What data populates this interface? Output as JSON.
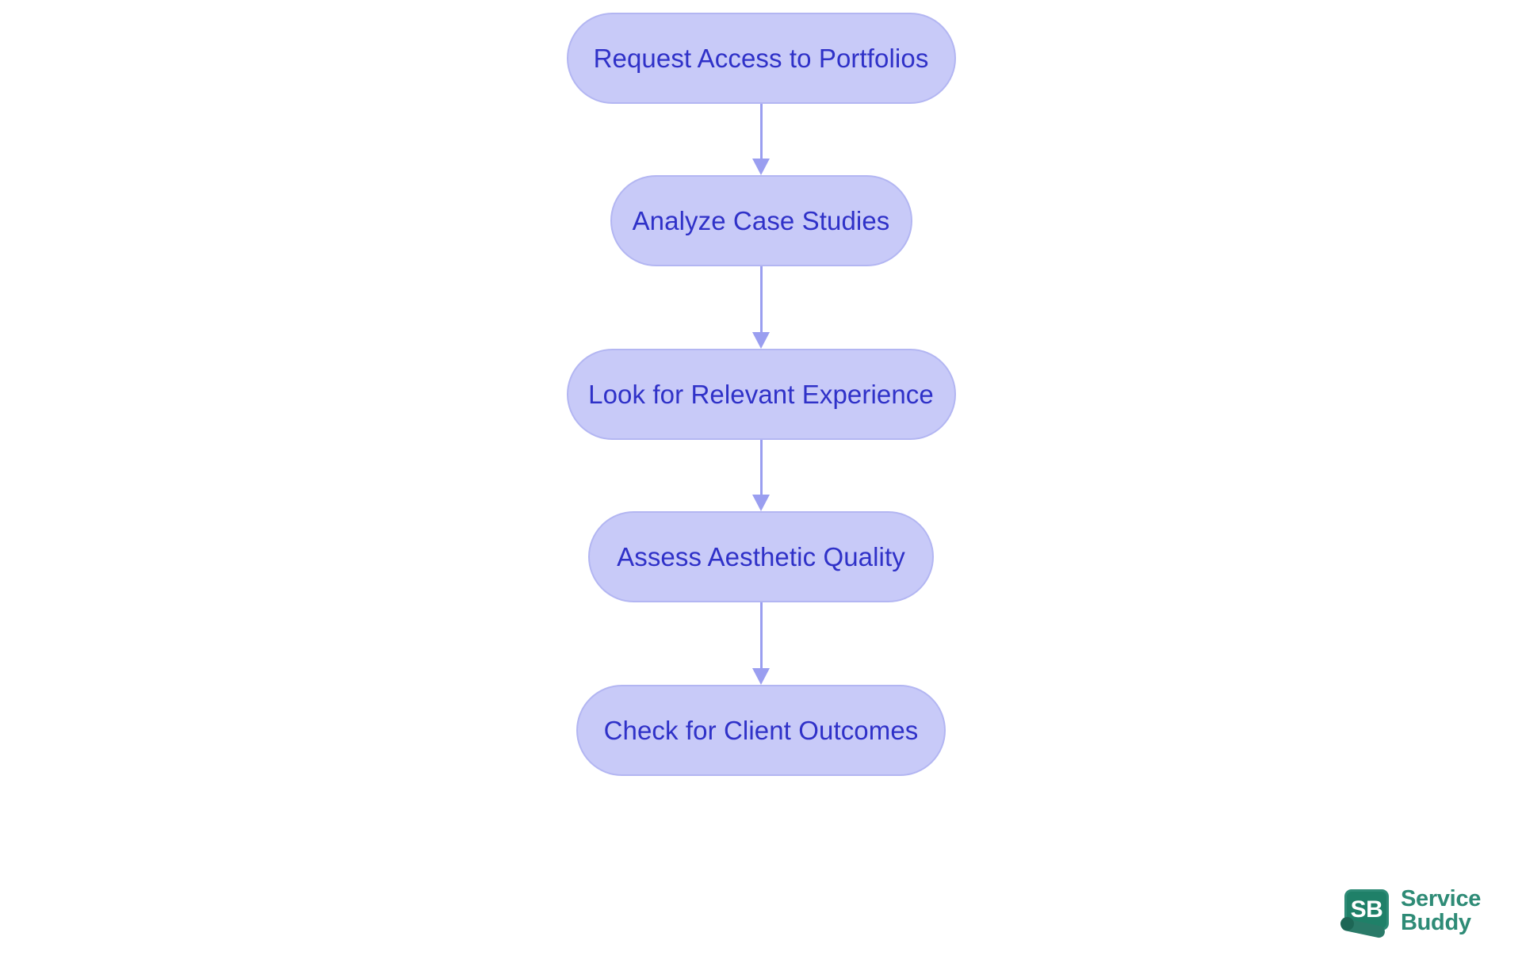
{
  "chart_data": {
    "type": "diagram",
    "diagram_type": "flowchart",
    "title": "",
    "orientation": "vertical top-to-bottom",
    "node_fill": "#c8caf8",
    "node_border": "#b3b6f2",
    "node_text_color": "#2f31c8",
    "connector_color": "#9a9ef0",
    "background": "#ffffff",
    "nodes": [
      {
        "id": "n1",
        "label": "Request Access to Portfolios",
        "shape": "stadium"
      },
      {
        "id": "n2",
        "label": "Analyze Case Studies",
        "shape": "stadium"
      },
      {
        "id": "n3",
        "label": "Look for Relevant Experience",
        "shape": "stadium"
      },
      {
        "id": "n4",
        "label": "Assess Aesthetic Quality",
        "shape": "stadium"
      },
      {
        "id": "n5",
        "label": "Check for Client Outcomes",
        "shape": "stadium"
      }
    ],
    "edges": [
      {
        "from": "n1",
        "to": "n2",
        "label": "",
        "arrow": "single"
      },
      {
        "from": "n2",
        "to": "n3",
        "label": "",
        "arrow": "single"
      },
      {
        "from": "n3",
        "to": "n4",
        "label": "",
        "arrow": "single"
      },
      {
        "from": "n4",
        "to": "n5",
        "label": "",
        "arrow": "single"
      }
    ]
  },
  "flowchart": {
    "nodes": [
      {
        "label": "Request Access to Portfolios"
      },
      {
        "label": "Analyze Case Studies"
      },
      {
        "label": "Look for Relevant Experience"
      },
      {
        "label": "Assess Aesthetic Quality"
      },
      {
        "label": "Check for Client Outcomes"
      }
    ]
  },
  "brand": {
    "mark_text": "SB",
    "name_line1": "Service",
    "name_line2": "Buddy",
    "mark_color": "#1f8068",
    "text_color": "#2e8b76"
  }
}
